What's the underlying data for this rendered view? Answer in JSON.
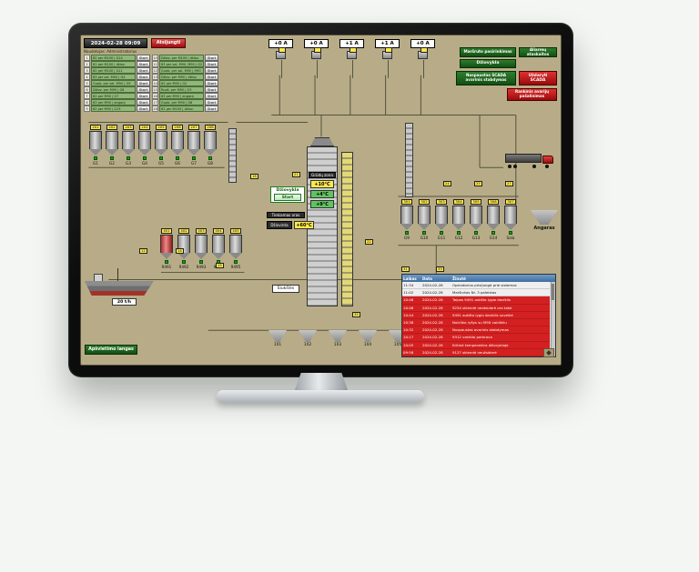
{
  "screen": {
    "header": {
      "datetime": "2024-02-28 09:09",
      "user": "Naudotojas: Administratorius",
      "logout": "Atsijungti"
    },
    "routes": {
      "start": "Start",
      "col1": [
        {
          "n": "1",
          "label": "62 per M100 | G14"
        },
        {
          "n": "2",
          "label": "61 per M100 | džiov."
        },
        {
          "n": "3",
          "label": "62 per M100 | G11"
        },
        {
          "n": "4",
          "label": "63 per sal. M90 | G4"
        },
        {
          "n": "5",
          "label": "Guob. per sal. M90 | G5"
        },
        {
          "n": "6",
          "label": "Džiov. per M90 | G6"
        },
        {
          "n": "7",
          "label": "62 per M90 | G7"
        },
        {
          "n": "8",
          "label": "63 per M90 | angarą"
        },
        {
          "n": "9",
          "label": "62 per M90 | G13"
        }
      ],
      "col2": [
        {
          "n": "10",
          "label": "Džiov. per M100 | džiov."
        },
        {
          "n": "11",
          "label": "63 per sal. M90, M90 | G2"
        },
        {
          "n": "12",
          "label": "Guob. per sal. M90 | H90"
        },
        {
          "n": "13",
          "label": "Džiov. per M90 | džiov."
        },
        {
          "n": "14",
          "label": "62 per M90 | G2"
        },
        {
          "n": "15",
          "label": "Ruoš. per M90 | G3"
        },
        {
          "n": "16",
          "label": "63 per M90 | angarą"
        },
        {
          "n": "17",
          "label": "Guob. per M90 | G8"
        },
        {
          "n": "18",
          "label": "62 per M100 | džiov."
        }
      ]
    },
    "ampere": [
      "+0 A",
      "+0 A",
      "+1 A",
      "+1 A",
      "+0 A"
    ],
    "controls": {
      "route_select": "Maršruto pasirinkimas",
      "alarm_reports": "Aliarmų ataskaitos",
      "dziovykla": "Džiovykla",
      "estop": "Nuspaustas SCADA avarinis stabdymas",
      "close_scada": "Uždaryti SCADA",
      "manual_reset": "Rankinis avarijų pašalinimas",
      "lighting": "Apšvietimo langas"
    },
    "dryer": {
      "title": "Džiovykla",
      "start": "Start",
      "grain_zone": "Grūdų zona",
      "t1": "+10°C",
      "t2": "+4°C",
      "t3": "+9°C",
      "supply_air": "Tiekiamas oras",
      "dried": "Džiovinta",
      "t_out": "+60°C"
    },
    "ship": {
      "rate": "20 t/h"
    },
    "angaras": "Angaras",
    "trash": "Šiukšlės",
    "silos_top": [
      {
        "tag": "201",
        "label": "G1"
      },
      {
        "tag": "202",
        "label": "G2"
      },
      {
        "tag": "203",
        "label": "G3"
      },
      {
        "tag": "204",
        "label": "G4"
      },
      {
        "tag": "205",
        "label": "G5"
      },
      {
        "tag": "206",
        "label": "G6"
      },
      {
        "tag": "207",
        "label": "G7"
      },
      {
        "tag": "208",
        "label": "G8"
      }
    ],
    "silos_right": [
      {
        "tag": "301",
        "label": "G9"
      },
      {
        "tag": "302",
        "label": "G10"
      },
      {
        "tag": "303",
        "label": "G11"
      },
      {
        "tag": "304",
        "label": "G12"
      },
      {
        "tag": "305",
        "label": "G13"
      },
      {
        "tag": "306",
        "label": "G14"
      },
      {
        "tag": "307",
        "label": "Sala"
      }
    ],
    "silos_mid": [
      {
        "tag": "401",
        "label": "9491",
        "state": "red"
      },
      {
        "tag": "402",
        "label": "9492"
      },
      {
        "tag": "403",
        "label": "9493"
      },
      {
        "tag": "404",
        "label": "9494"
      },
      {
        "tag": "405",
        "label": "9495"
      }
    ],
    "hoppers": [
      {
        "label": "101"
      },
      {
        "label": "102"
      },
      {
        "label": "103"
      },
      {
        "label": "104"
      },
      {
        "label": "105"
      }
    ],
    "tags": [
      "12",
      "14",
      "15",
      "18",
      "21",
      "22",
      "24",
      "25",
      "27",
      "31",
      "33",
      "35"
    ],
    "alarms": {
      "headers": [
        "Laikas",
        "Data",
        "Žinutė"
      ],
      "rows": [
        {
          "time": "11:34",
          "date": "2024-02-28",
          "msg": "Operatorius prisijungė prie sistemos",
          "type": "info"
        },
        {
          "time": "11:02",
          "date": "2024-02-28",
          "msg": "Maršrutas Nr. 3 paleistas",
          "type": "info"
        },
        {
          "time": "10:46",
          "date": "2024-02-28",
          "msg": "Talpos 9491 aukšto lygio daviklis",
          "type": "alarm"
        },
        {
          "time": "10:46",
          "date": "2024-02-28",
          "msg": "9254 sklendė neatsidarė oro take",
          "type": "alarm"
        },
        {
          "time": "10:44",
          "date": "2024-02-28",
          "msg": "9491 aukšto lygio daviklis suveikė",
          "type": "alarm"
        },
        {
          "time": "10:38",
          "date": "2024-02-28",
          "msg": "Nutrūko ryšys su M90 valdikliu",
          "type": "alarm"
        },
        {
          "time": "10:32",
          "date": "2024-02-28",
          "msg": "Nuspaustas avarinis stabdymas",
          "type": "alarm"
        },
        {
          "time": "10:17",
          "date": "2024-02-28",
          "msg": "9312 variklio perkrova",
          "type": "alarm"
        },
        {
          "time": "10:05",
          "date": "2024-02-28",
          "msg": "Kritinė temperatūra džiovykloje",
          "type": "alarm"
        },
        {
          "time": "09:58",
          "date": "2024-02-28",
          "msg": "9127 sklendė neužsidarė",
          "type": "alarm"
        }
      ]
    }
  }
}
